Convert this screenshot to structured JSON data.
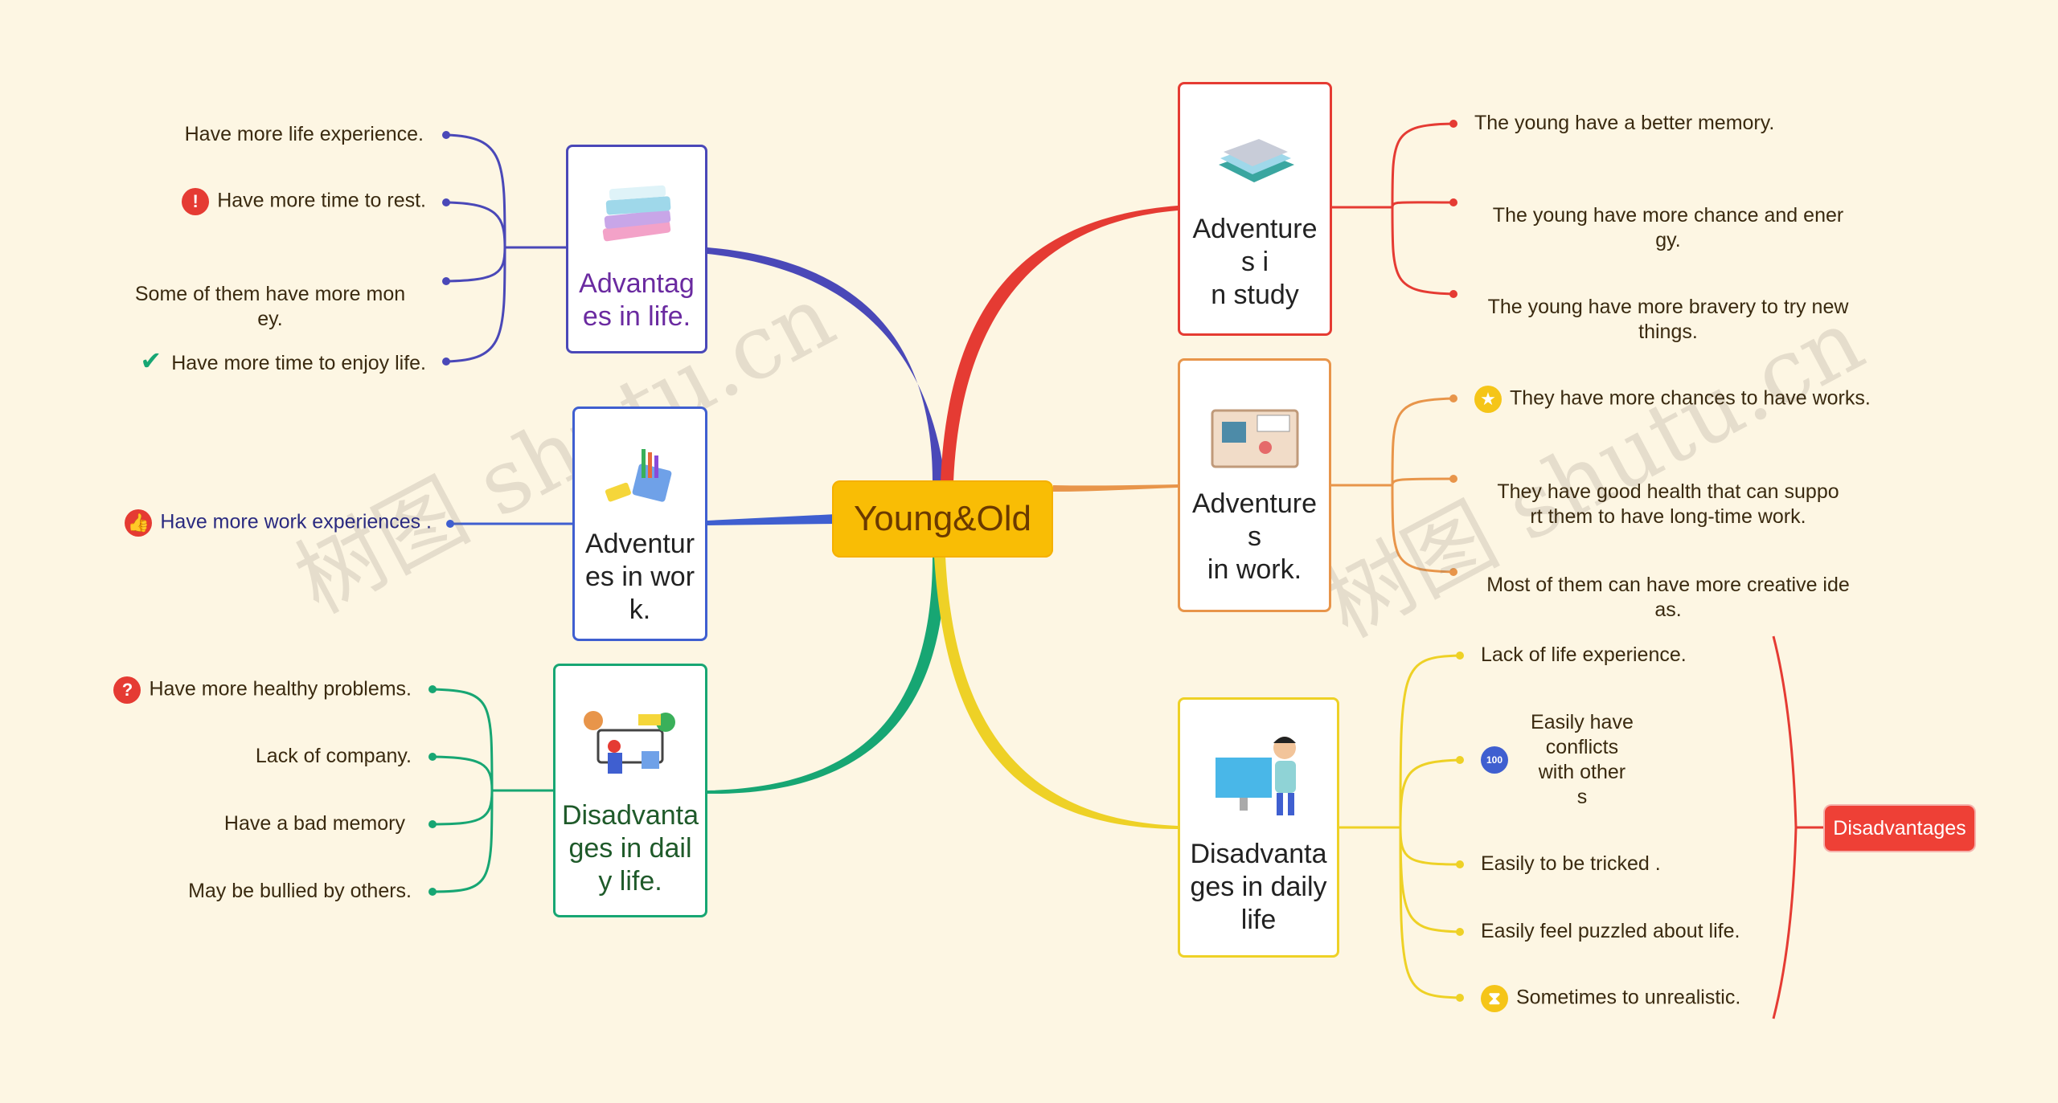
{
  "central": {
    "label": "Young&Old",
    "color": "#f9bd05"
  },
  "branches": {
    "adv_life": {
      "label": "Advantag\nes in life.",
      "color": "#4a48b8",
      "text_color": "#6a2aa0",
      "items": [
        "Have more  life experience.",
        "Have more time to  rest.",
        "Some of them have more mon\ney.",
        "Have more time to enjoy life."
      ],
      "icons": [
        "",
        "exclamation-icon",
        "",
        "check-icon"
      ]
    },
    "adv_work": {
      "label": "Adventur\nes in wor\nk.",
      "color": "#3f5fd0",
      "text_color": "#222",
      "items": [
        "Have more work experiences ."
      ],
      "icons": [
        "thumbs-up-icon"
      ]
    },
    "dis_daily_l": {
      "label": "Disadvanta\nges in dail\ny life.",
      "color": "#17a673",
      "text_color": "#1f5a2a",
      "items": [
        "Have more  healthy problems.",
        "Lack of  company.",
        "Have a bad memory",
        "May be bullied by others."
      ],
      "icons": [
        "question-icon",
        "",
        "",
        ""
      ]
    },
    "adv_study": {
      "label": "Adventure\ns i\nn study",
      "color": "#e53b33",
      "text_color": "#222",
      "items": [
        "The young have a better memory.",
        "The  young have  more  chance  and ener\ngy.",
        "The young have more bravery to try new\nthings."
      ],
      "icons": [
        "",
        "",
        ""
      ]
    },
    "adv_work_r": {
      "label": "Adventure\ns\n in work.",
      "color": "#e8954a",
      "text_color": "#222",
      "items": [
        "They have  more  chances to have works.",
        "They have  good  health  that  can suppo\nrt them to have long-time work.",
        "Most of them can have  more creative ide\nas."
      ],
      "icons": [
        "star-icon",
        "",
        ""
      ]
    },
    "dis_daily_r": {
      "label": "Disadvanta\nges in daily\nlife",
      "color": "#eed126",
      "text_color": "#222",
      "items": [
        "Lack of  life experience.",
        "Easily have\nconflicts\nwith other\ns",
        "Easily to be  tricked .",
        "Easily feel  puzzled about life.",
        "Sometimes to unrealistic."
      ],
      "icons": [
        "",
        "hundred-icon",
        "",
        "",
        "hourglass-icon"
      ]
    }
  },
  "summary": {
    "label": "Disadvantages",
    "color": "#ee4036"
  },
  "watermark": "树图 shutu.cn"
}
